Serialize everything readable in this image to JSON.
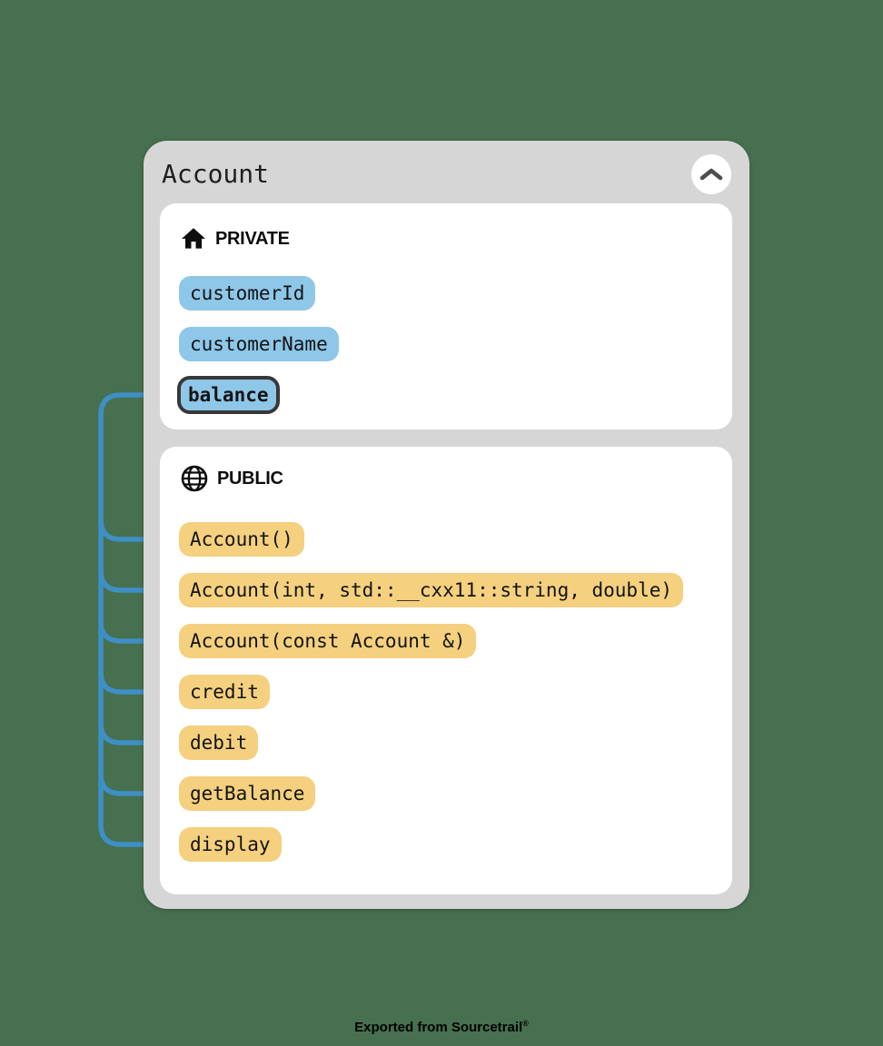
{
  "node": {
    "title": "Account",
    "collapse_icon": "chevron-up",
    "sections": [
      {
        "label": "PRIVATE",
        "icon": "home-icon",
        "members": [
          {
            "label": "customerId",
            "kind": "field",
            "active": false
          },
          {
            "label": "customerName",
            "kind": "field",
            "active": false
          },
          {
            "label": "balance",
            "kind": "field",
            "active": true
          }
        ]
      },
      {
        "label": "PUBLIC",
        "icon": "globe-icon",
        "members": [
          {
            "label": "Account()",
            "kind": "method"
          },
          {
            "label": "Account(int, std::__cxx11::string, double)",
            "kind": "method"
          },
          {
            "label": "Account(const Account &)",
            "kind": "method"
          },
          {
            "label": "credit",
            "kind": "method"
          },
          {
            "label": "debit",
            "kind": "method"
          },
          {
            "label": "getBalance",
            "kind": "method"
          },
          {
            "label": "display",
            "kind": "method"
          }
        ]
      }
    ]
  },
  "edges": {
    "target": "balance",
    "sources": [
      "Account()",
      "Account(int, std::__cxx11::string, double)",
      "Account(const Account &)",
      "credit",
      "debit",
      "getBalance",
      "display"
    ]
  },
  "footer": {
    "text": "Exported from Sourcetrail",
    "mark": "®"
  },
  "colors": {
    "background": "#477050",
    "card": "#d6d6d6",
    "panel": "#ffffff",
    "field_pill": "#8ec7e8",
    "method_pill": "#f4d07f",
    "edge": "#3e8fc5",
    "active_border": "#383838"
  }
}
